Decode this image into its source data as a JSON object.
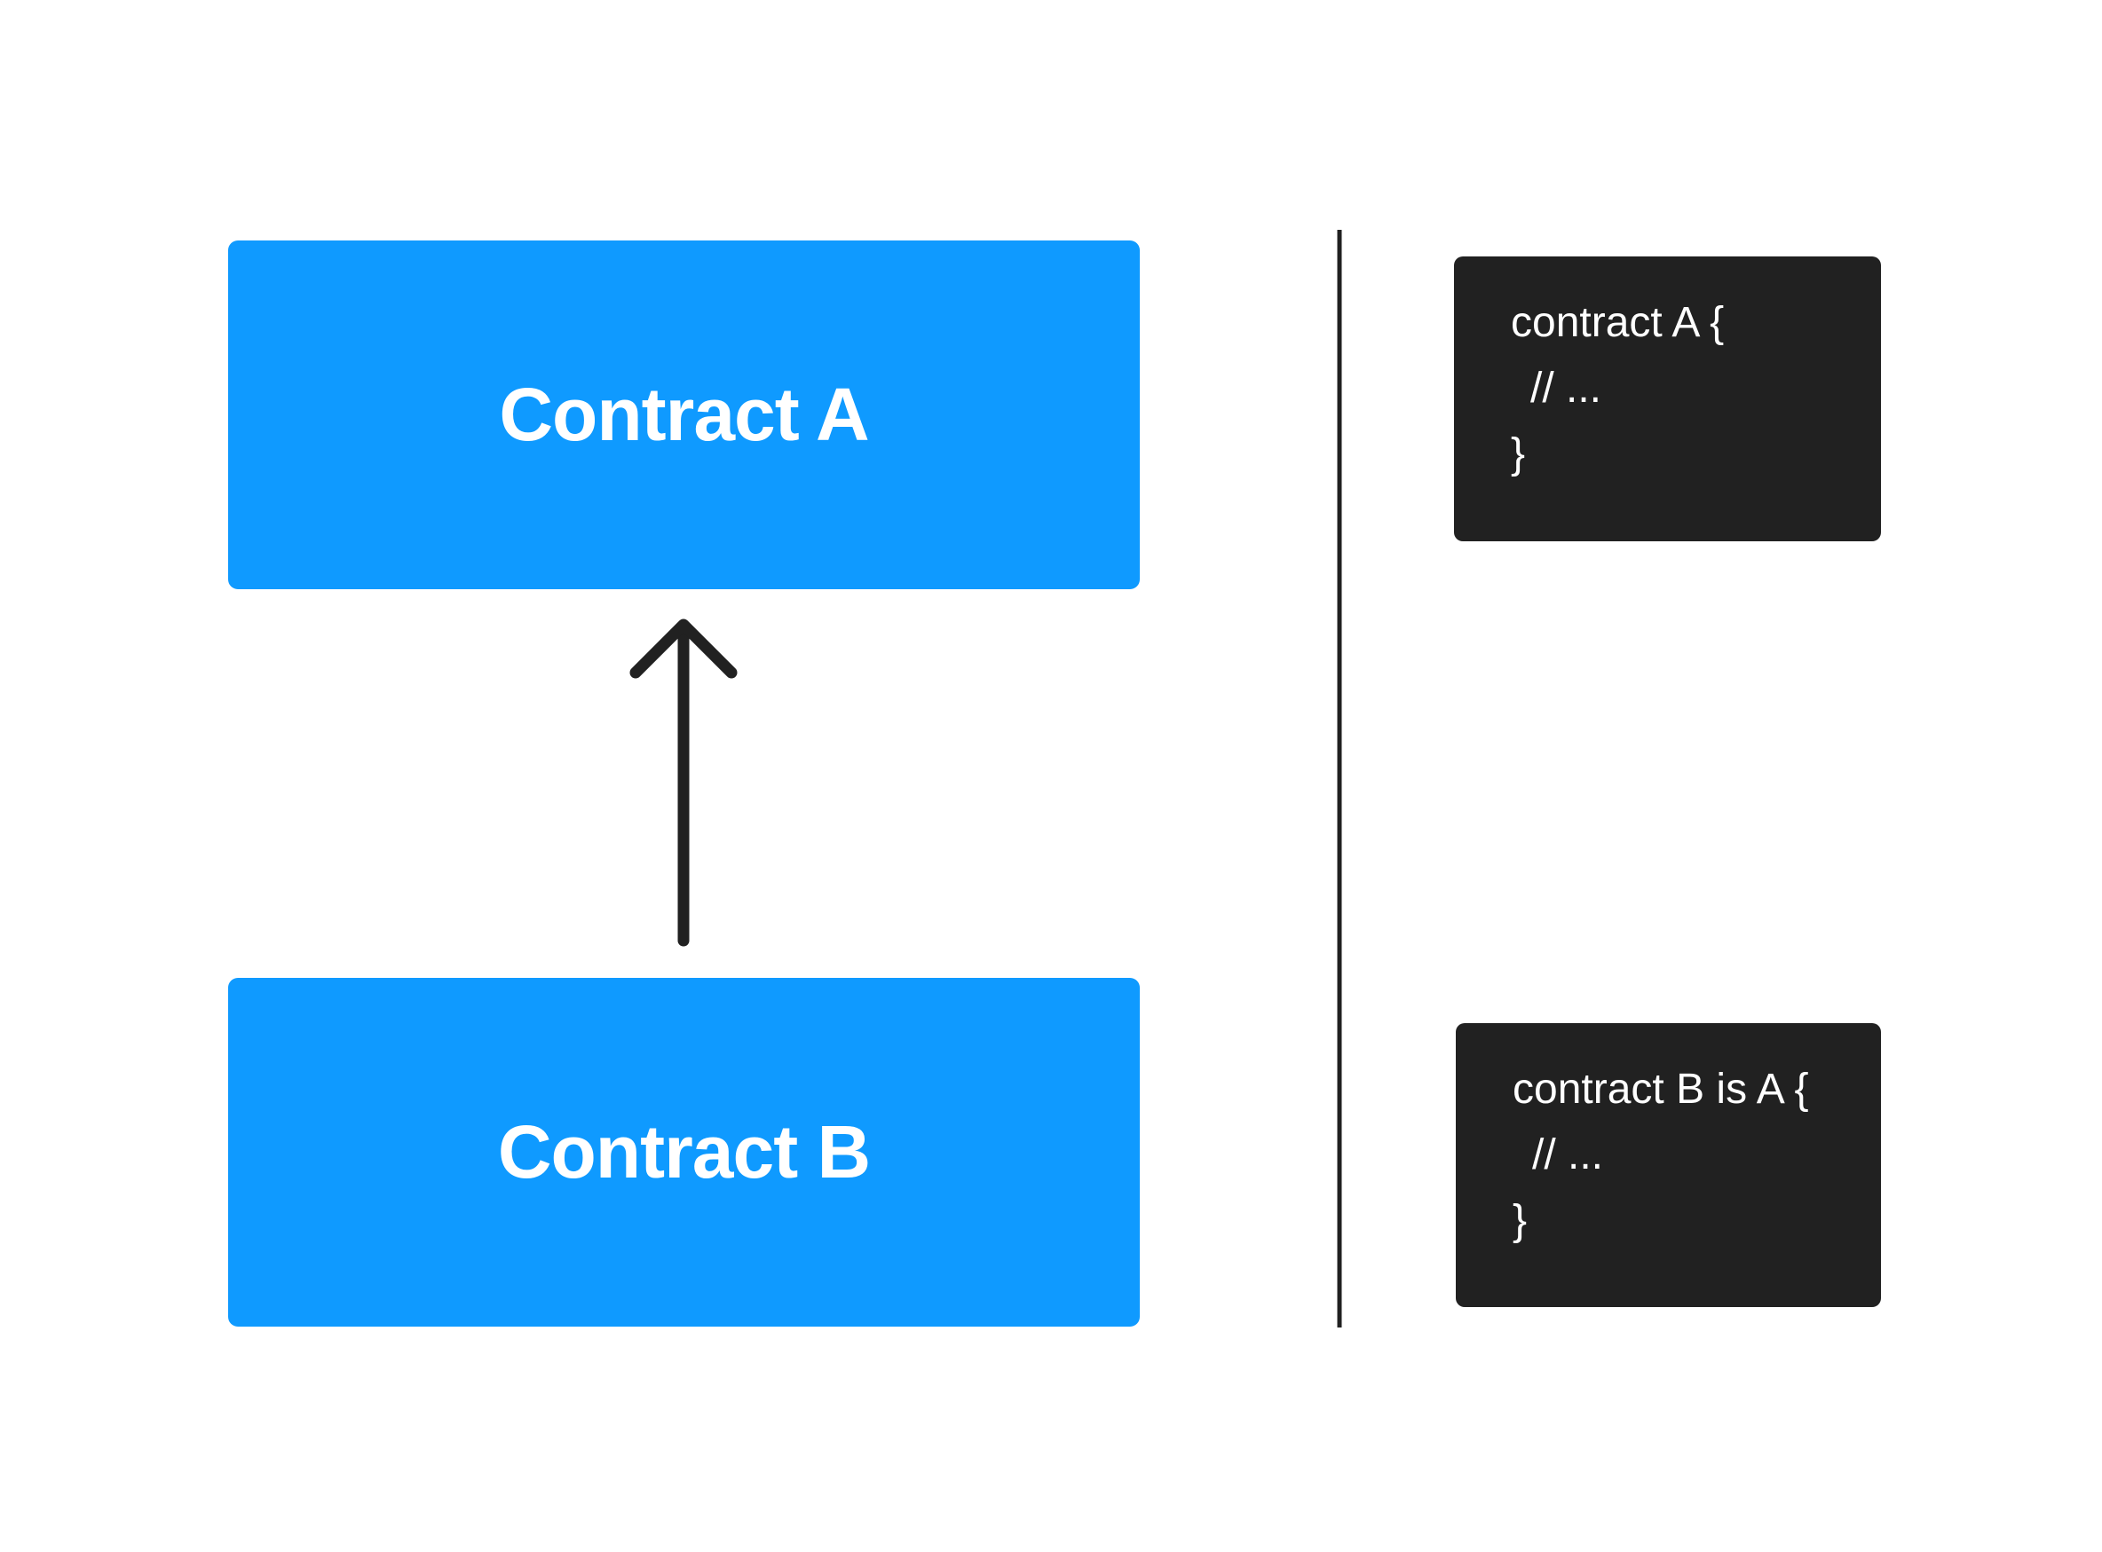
{
  "diagram": {
    "nodes": [
      {
        "id": "A",
        "label": "Contract A"
      },
      {
        "id": "B",
        "label": "Contract B"
      }
    ],
    "edges": [
      {
        "from": "B",
        "to": "A",
        "arrowhead": "open"
      }
    ],
    "code_blocks": {
      "a": {
        "line1": "contract A {",
        "line2": "// ...",
        "line3": "}"
      },
      "b": {
        "line1": "contract B is A {",
        "line2": "// ...",
        "line3": "}"
      }
    }
  },
  "colors": {
    "contract_box": "#0F9AFF",
    "code_card": "#212121",
    "arrow": "#212121",
    "divider": "#212121",
    "text_light": "#FFFFFF"
  }
}
